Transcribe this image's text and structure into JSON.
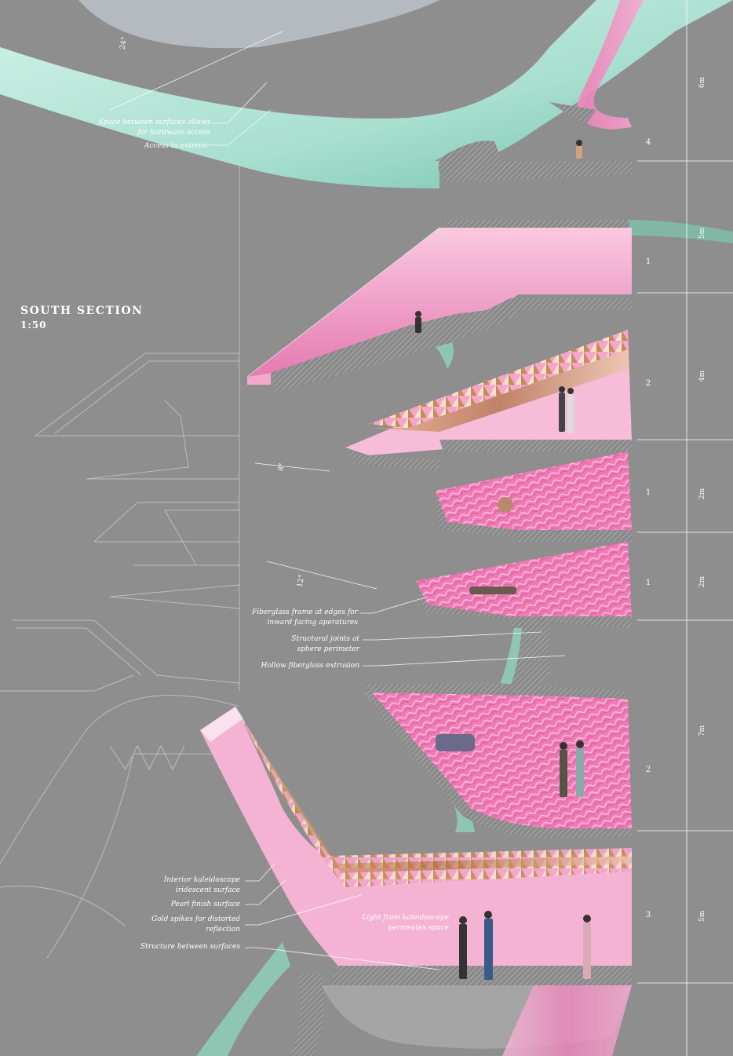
{
  "section_title": "SOUTH SECTION",
  "section_scale": "1:50",
  "colors": {
    "background": "#8e8e8e",
    "pink": "#f08cc0",
    "pink_light": "#f9c4dd",
    "mint": "#bfeee0",
    "line": "#ffffff",
    "gold": "#c8925a"
  },
  "annotations": {
    "hardware_access_1": "Space between surfaces allows",
    "hardware_access_2": "for hardware access",
    "exterior_access": "Access to exterior",
    "fiberglass_frame_1": "Fiberglass frame at edges for",
    "fiberglass_frame_2": "inward facing aperatures",
    "structural_joints_1": "Structural joints at",
    "structural_joints_2": "sphere perimeter",
    "hollow_extrusion": "Hollow fiberglass extrusion",
    "kaleidoscope_1": "Interior kaleidoscope",
    "kaleidoscope_2": "iridescent surface",
    "pearl_finish": "Pearl finish surface",
    "gold_spikes_1": "Gold spikes for distorted",
    "gold_spikes_2": "reflection",
    "structure_between": "Structure between surfaces",
    "light_1": "Light from kaleidoscope",
    "light_2": "permeates space"
  },
  "angles": {
    "top": "24°",
    "mid": "8°",
    "lower": "12°"
  },
  "levels": [
    "4",
    "1",
    "2",
    "1",
    "1",
    "2",
    "3"
  ],
  "dimensions": [
    "6m",
    "5m",
    "4m",
    "2m",
    "2m",
    "7m",
    "5m"
  ]
}
